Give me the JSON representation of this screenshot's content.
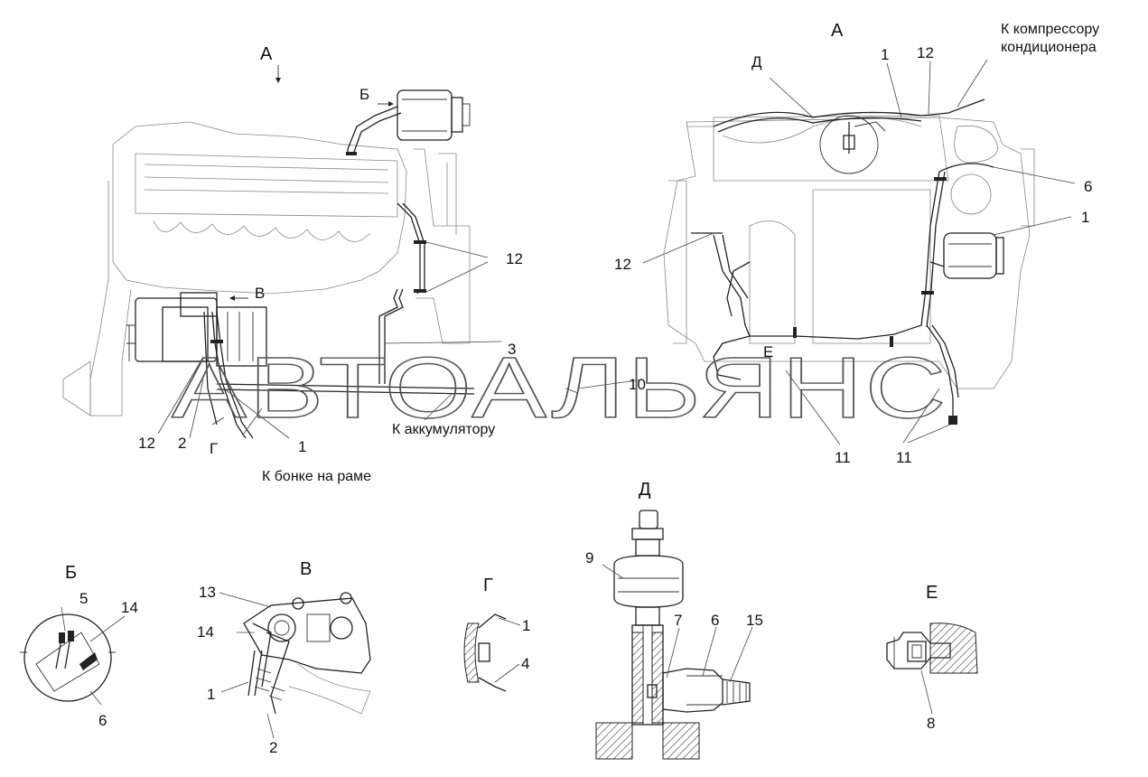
{
  "views": {
    "left_view_label": "А",
    "right_view_label": "А",
    "detail_B_label": "Б",
    "detail_V_label": "В",
    "detail_G_label": "Г",
    "detail_D_label": "Д",
    "detail_E_label": "Е"
  },
  "callouts": {
    "compressor_line1": "К компрессору",
    "compressor_line2": "кондиционера",
    "accumulator": "К аккумулятору",
    "frame_tank": "К бонке на раме"
  },
  "left_markers": {
    "B_arrow": "Б",
    "V_arrow": "В",
    "G_arrow": "Г",
    "n12_top": "12",
    "n3": "3",
    "n12_bottom": "12",
    "n2": "2",
    "n1": "1"
  },
  "right_markers": {
    "D_arrow": "Д",
    "n1_top": "1",
    "n12_top": "12",
    "n6": "6",
    "n1_side": "1",
    "n12_left": "12",
    "E_arrow": "Е",
    "n10": "10",
    "n11_left": "11",
    "n11_right": "11"
  },
  "detail_B": {
    "n5": "5",
    "n14": "14",
    "n6": "6"
  },
  "detail_V": {
    "n13": "13",
    "n14": "14",
    "n1": "1",
    "n2": "2"
  },
  "detail_G": {
    "n1": "1",
    "n4": "4"
  },
  "detail_D": {
    "n9": "9",
    "n7": "7",
    "n6": "6",
    "n15": "15"
  },
  "detail_E": {
    "n8": "8"
  },
  "watermark": {
    "text": "АВТОАЛЬЯНС"
  }
}
